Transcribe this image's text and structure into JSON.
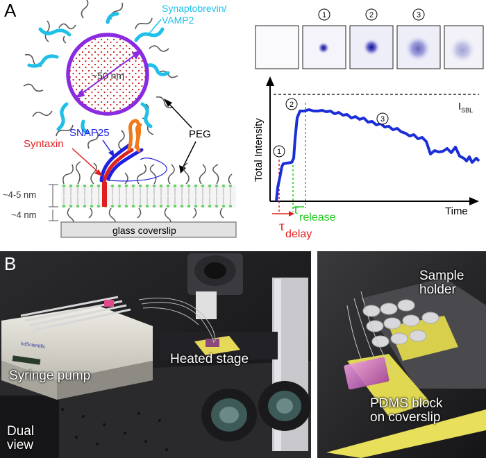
{
  "panel_a": {
    "letter": "A",
    "vesicle_label_1": "Synaptobrevin/",
    "vesicle_label_2": "VAMP2",
    "diameter_label": "~50 nm",
    "peg_label": "PEG",
    "syntaxin_label": "Syntaxin",
    "snap25_label": "SNAP25",
    "thickness_upper": "~4-5 nm",
    "thickness_lower": "~4 nm",
    "coverslip_label": "glass coverslip",
    "frame_markers": [
      "1",
      "2",
      "3"
    ],
    "plot": {
      "ylabel": "Total Intensity",
      "xlabel": "Time",
      "isbl_label": "I",
      "isbl_sub": "SBL",
      "stage_markers": [
        "1",
        "2",
        "3"
      ],
      "tau_symbol": "τ",
      "tau_release_sub": "release",
      "tau_delay_sub": "delay"
    },
    "colors": {
      "vamp2": "#1ec0e8",
      "vesicle": "#8a2be2",
      "syntaxin": "#e02020",
      "snap25": "#2020e0",
      "helix": "#f07a1a",
      "trace": "#1a2ed8",
      "tau_release": "#22cc22",
      "tau_delay": "#e02020"
    }
  },
  "panel_b": {
    "letter": "B",
    "labels": {
      "syringe_pump": "Syringe pump",
      "heated_stage": "Heated stage",
      "dual_view": "Dual\nview",
      "sample_holder": "Sample\nholder",
      "pdms_block": "PDMS block\non coverslip",
      "pump_brand": "kdScientific"
    }
  }
}
